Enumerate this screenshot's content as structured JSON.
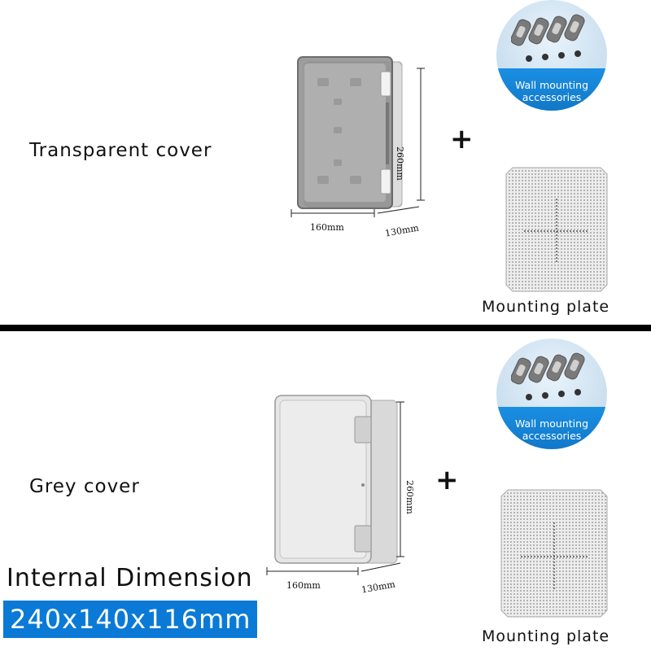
{
  "top": {
    "cover_label": "Transparent cover",
    "plus": "+",
    "dim_width": "160mm",
    "dim_depth": "130mm",
    "dim_height": "260mm",
    "accessories_line1": "Wall mounting",
    "accessories_line2": "accessories",
    "plate_label": "Mounting plate"
  },
  "bottom": {
    "cover_label": "Grey cover",
    "plus": "+",
    "dim_width": "160mm",
    "dim_depth": "130mm",
    "dim_height": "260mm",
    "accessories_line1": "Wall mounting",
    "accessories_line2": "accessories",
    "plate_label": "Mounting plate"
  },
  "internal": {
    "title": "Internal Dimension",
    "value": "240x140x116mm"
  },
  "colors": {
    "accent_blue": "#0a7ad6",
    "divider": "#000000"
  }
}
